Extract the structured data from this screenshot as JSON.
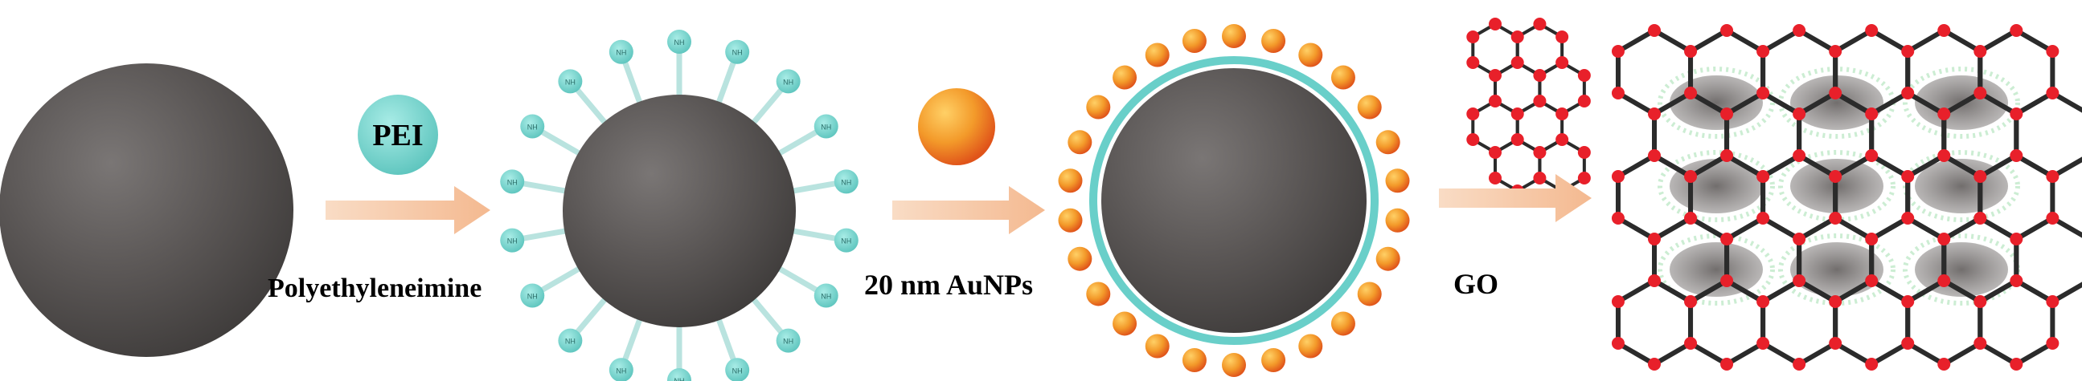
{
  "step1": {
    "reagent_badge": "PEI",
    "reagent_name": "Polyethyleneimine"
  },
  "step2": {
    "reagent_name": "20 nm AuNPs"
  },
  "step3": {
    "reagent_name": "GO"
  },
  "pei_tag": "NH",
  "colors": {
    "core": "#5a5655",
    "pei": "#6dcdc6",
    "gold": "#f39a2a",
    "arrow": "#f6c8a6",
    "graphene_bond": "#2b2b2b",
    "graphene_atom": "#e8202a",
    "shell": "#69cfc9"
  }
}
